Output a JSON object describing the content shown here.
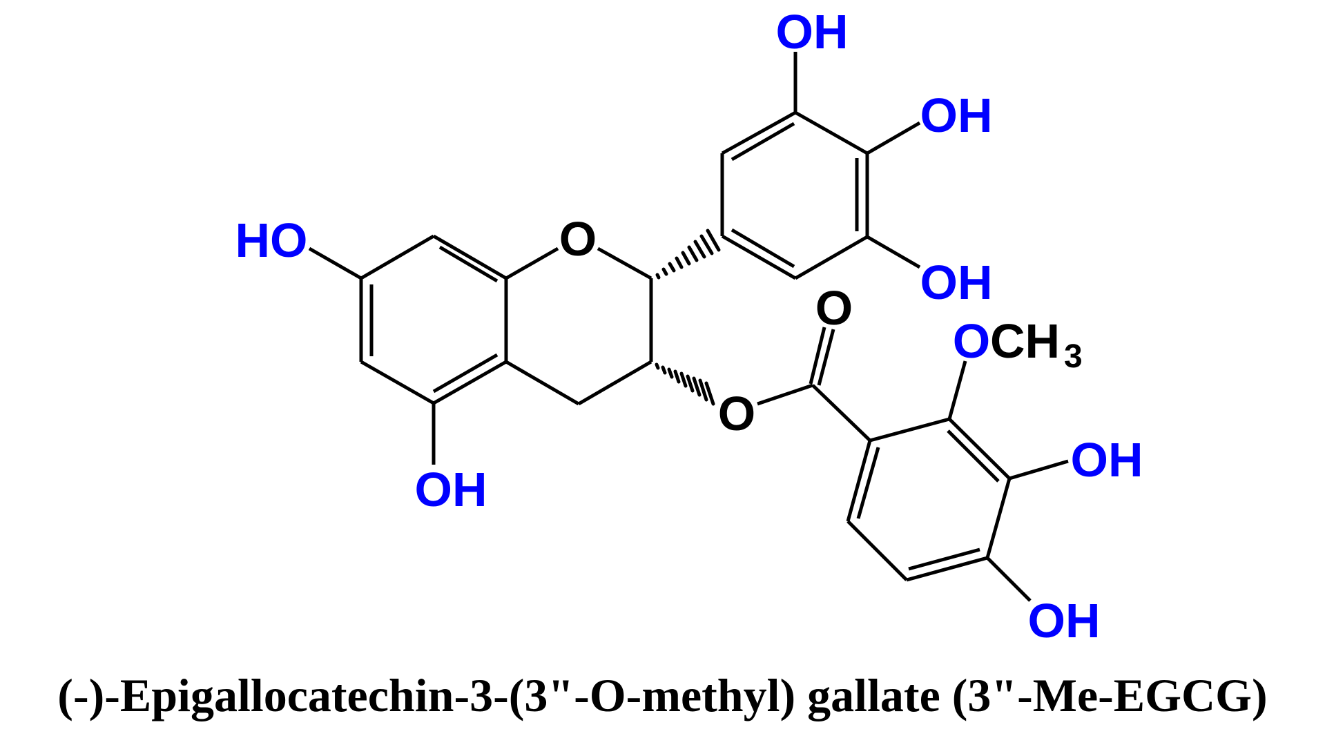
{
  "caption": "(-)-Epigallocatechin-3-(3\"-O-methyl) gallate (3\"-Me-EGCG)",
  "colors": {
    "heteroatom": "#0000FF",
    "bond": "#000000",
    "background": "#FFFFFF"
  },
  "molecule": {
    "name": "(-)-Epigallocatechin-3-(3\"-O-methyl) gallate",
    "abbreviation": "3\"-Me-EGCG",
    "labels": {
      "ring_oxygen": "O",
      "a_ring_7_oh": "HO",
      "a_ring_5_oh": "OH",
      "b_ring_3_oh": "OH",
      "b_ring_4_oh": "OH",
      "b_ring_5_oh": "OH",
      "ester_oxygen": "O",
      "carbonyl_oxygen": "O",
      "methoxy_o": "O",
      "methoxy_ch": "CH",
      "methoxy_subscript": "3",
      "gallate_3_oh": "OH",
      "gallate_4_oh": "OH"
    }
  }
}
